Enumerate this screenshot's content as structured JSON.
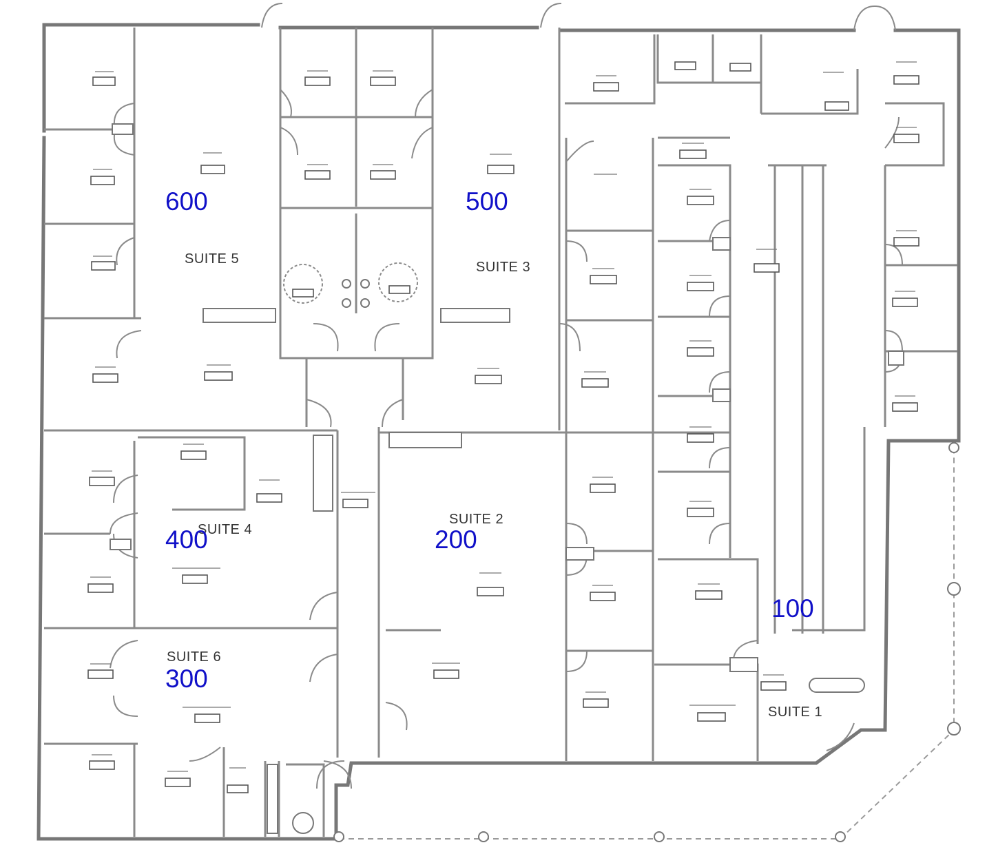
{
  "suites": [
    {
      "id": "suite-5",
      "label": "SUITE 5",
      "number": "600"
    },
    {
      "id": "suite-3",
      "label": "SUITE 3",
      "number": "500"
    },
    {
      "id": "suite-4",
      "label": "SUITE 4",
      "number": "400"
    },
    {
      "id": "suite-2",
      "label": "SUITE 2",
      "number": "200"
    },
    {
      "id": "suite-6",
      "label": "SUITE 6",
      "number": "300"
    },
    {
      "id": "suite-1",
      "label": "SUITE 1",
      "number": "100"
    }
  ],
  "colors": {
    "suite_number": "#1010c8",
    "wall": "#777777",
    "label": "#333333"
  }
}
